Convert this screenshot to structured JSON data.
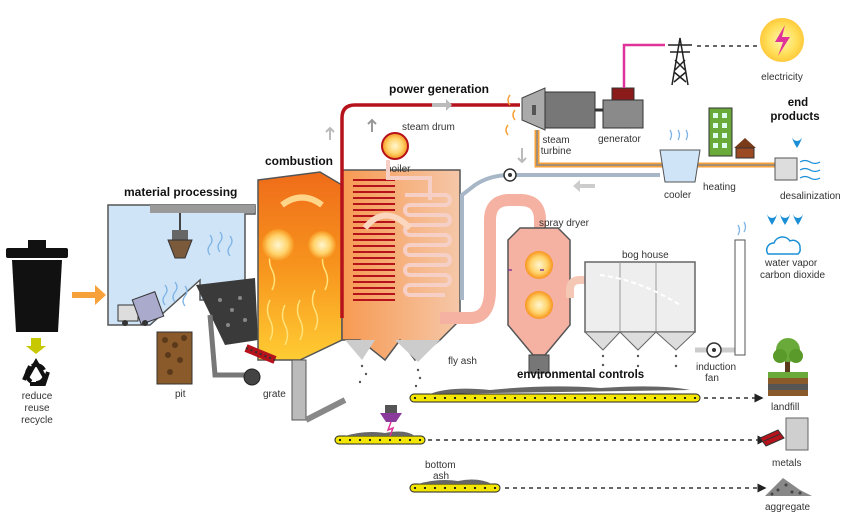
{
  "sections": {
    "material_processing": "material processing",
    "combustion": "combustion",
    "power_generation": "power generation",
    "end_products_line1": "end",
    "end_products_line2": "products",
    "environmental_controls": "environmental controls"
  },
  "labels": {
    "reduce": "reduce",
    "reuse": "reuse",
    "recycle": "recycle",
    "pit": "pit",
    "grate": "grate",
    "steam_drum": "steam drum",
    "boiler": "boiler",
    "steam_turbine_line1": "steam",
    "steam_turbine_line2": "turbine",
    "generator": "generator",
    "electricity": "electricity",
    "cooler": "cooler",
    "heating": "heating",
    "desalinization": "desalinization",
    "spray_dryer": "spray dryer",
    "bag_house": "bog house",
    "water_vapor": "water vapor",
    "carbon_dioxide": "carbon dioxide",
    "fly_ash": "fly ash",
    "induction_fan_line1": "induction",
    "induction_fan_line2": "fan",
    "landfill": "landfill",
    "metals": "metals",
    "bottom_ash_line1": "bottom",
    "bottom_ash_line2": "ash",
    "aggregate": "aggregate"
  },
  "colors": {
    "steam_pipe": "#b5121b",
    "power_line": "#e0339a",
    "flame": "#f7941d",
    "hall_blue": "#cfe4f7",
    "conveyor": "#f2e600",
    "arrow_orange": "#f7a13a",
    "water": "#1a8fd6",
    "recycle_green": "#c8c800"
  },
  "icons": [
    "trash-can-icon",
    "recycle-icon",
    "lightning-icon",
    "pylon-icon",
    "water-drop-icon",
    "cloud-icon",
    "tree-icon",
    "metal-bar-icon",
    "gravel-icon"
  ]
}
